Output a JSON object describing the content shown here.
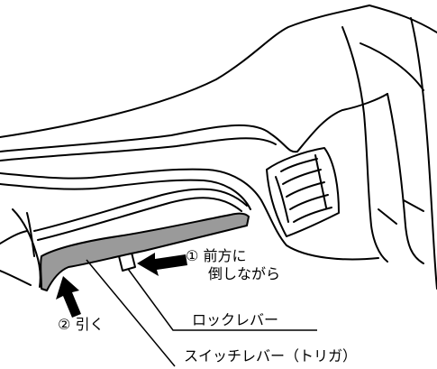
{
  "step1": {
    "marker": "①",
    "line1": "前方に",
    "line2": "倒しながら"
  },
  "step2": {
    "marker": "②",
    "text": "引く"
  },
  "labels": {
    "lock_lever": "ロックレバー",
    "switch_lever": "スイッチレバー（トリガ）"
  },
  "colors": {
    "lever_fill": "#9a9a9a",
    "outline": "#000000"
  }
}
